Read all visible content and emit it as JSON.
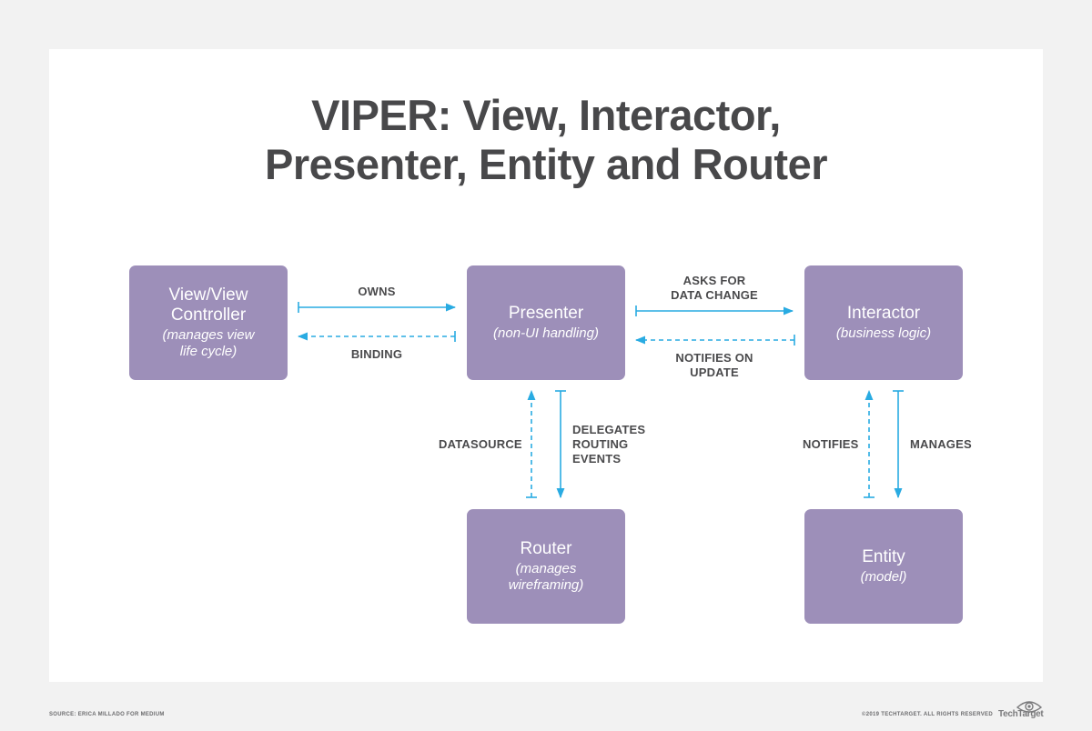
{
  "title": {
    "line1": "VIPER: View, Interactor,",
    "line2": "Presenter, Entity and Router"
  },
  "nodes": {
    "view": {
      "name1": "View/View",
      "name2": "Controller",
      "desc1": "(manages view",
      "desc2": "life cycle)"
    },
    "presenter": {
      "name": "Presenter",
      "desc": "(non-UI handling)"
    },
    "interactor": {
      "name": "Interactor",
      "desc": "(business logic)"
    },
    "router": {
      "name": "Router",
      "desc1": "(manages",
      "desc2": "wireframing)"
    },
    "entity": {
      "name": "Entity",
      "desc": "(model)"
    }
  },
  "edges": {
    "owns": "OWNS",
    "binding": "BINDING",
    "asks_for_1": "ASKS FOR",
    "asks_for_2": "DATA CHANGE",
    "notifies_on_1": "NOTIFIES ON",
    "notifies_on_2": "UPDATE",
    "datasource": "DATASOURCE",
    "delegates_1": "DELEGATES",
    "delegates_2": "ROUTING",
    "delegates_3": "EVENTS",
    "notifies": "NOTIFIES",
    "manages": "MANAGES"
  },
  "footer": {
    "source": "SOURCE: ERICA MILLADO FOR MEDIUM",
    "copyright": "©2019 TECHTARGET. ALL RIGHTS RESERVED",
    "brand": "TechTarget"
  },
  "colors": {
    "box": "#9d8fb9",
    "arrow": "#29abe2",
    "title": "#48484a"
  }
}
